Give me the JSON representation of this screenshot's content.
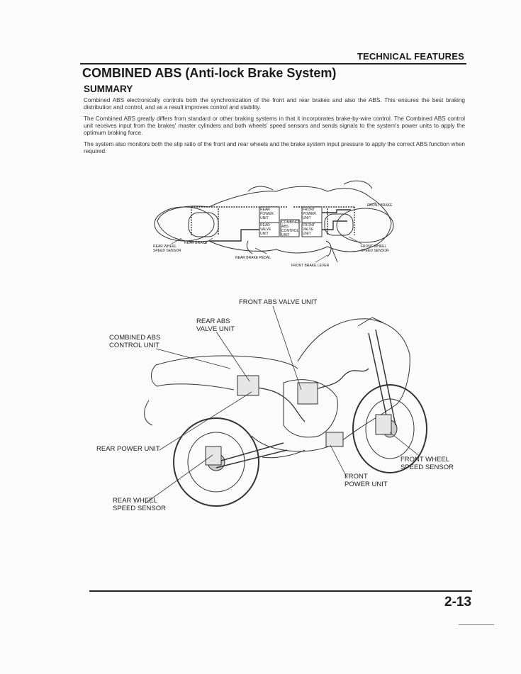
{
  "header": {
    "section": "TECHNICAL FEATURES"
  },
  "title": "COMBINED ABS (Anti-lock Brake System)",
  "subtitle": "SUMMARY",
  "paragraphs": [
    "Combined ABS electronically controls both the synchronization of the front and rear brakes and also the ABS. This ensures the best braking distribution and control, and as a result improves control and stability.",
    "The Combined ABS greatly differs from standard or other braking systems in that it incorporates brake-by-wire control. The Combined ABS control unit receives input from the brakes' master cylinders and both wheels' speed sensors and sends signals to the system's power units to apply the optimum braking force.",
    "The system also monitors both the slip ratio of the front and rear wheels and the brake system input pressure to apply the correct ABS function when required."
  ],
  "schematic": {
    "rear_power_unit": [
      "REAR",
      "POWER",
      "UNIT"
    ],
    "rear_valve_unit": [
      "REAR",
      "VALVE",
      "UNIT"
    ],
    "control_unit": [
      "COMBINED",
      "ABS",
      "CONTROL",
      "UNIT"
    ],
    "front_power_unit": [
      "FRONT",
      "POWER",
      "UNIT"
    ],
    "front_valve_unit": [
      "FRONT",
      "VALVE",
      "UNIT"
    ],
    "front_brake": "FRONT BRAKE",
    "rear_brake": "REAR BRAKE",
    "rear_wheel_sensor": [
      "REAR WHEEL",
      "SPEED SENSOR"
    ],
    "front_wheel_sensor": [
      "FRONT WHEEL",
      "SPEED SENSOR"
    ],
    "rear_brake_pedal": "REAR BRAKE PEDAL",
    "front_brake_lever": "FRONT BRAKE LEVER"
  },
  "callouts": {
    "front_abs_valve": "FRONT ABS VALVE UNIT",
    "rear_abs_valve": [
      "REAR ABS",
      "VALVE UNIT"
    ],
    "combined_control": [
      "COMBINED ABS",
      "CONTROL UNIT"
    ],
    "rear_power": "REAR POWER UNIT",
    "front_wheel_sensor": [
      "FRONT WHEEL",
      "SPEED SENSOR"
    ],
    "front_power": [
      "FRONT",
      "POWER UNIT"
    ],
    "rear_wheel_sensor": [
      "REAR WHEEL",
      "SPEED SENSOR"
    ]
  },
  "footer": {
    "page_number": "2-13"
  }
}
